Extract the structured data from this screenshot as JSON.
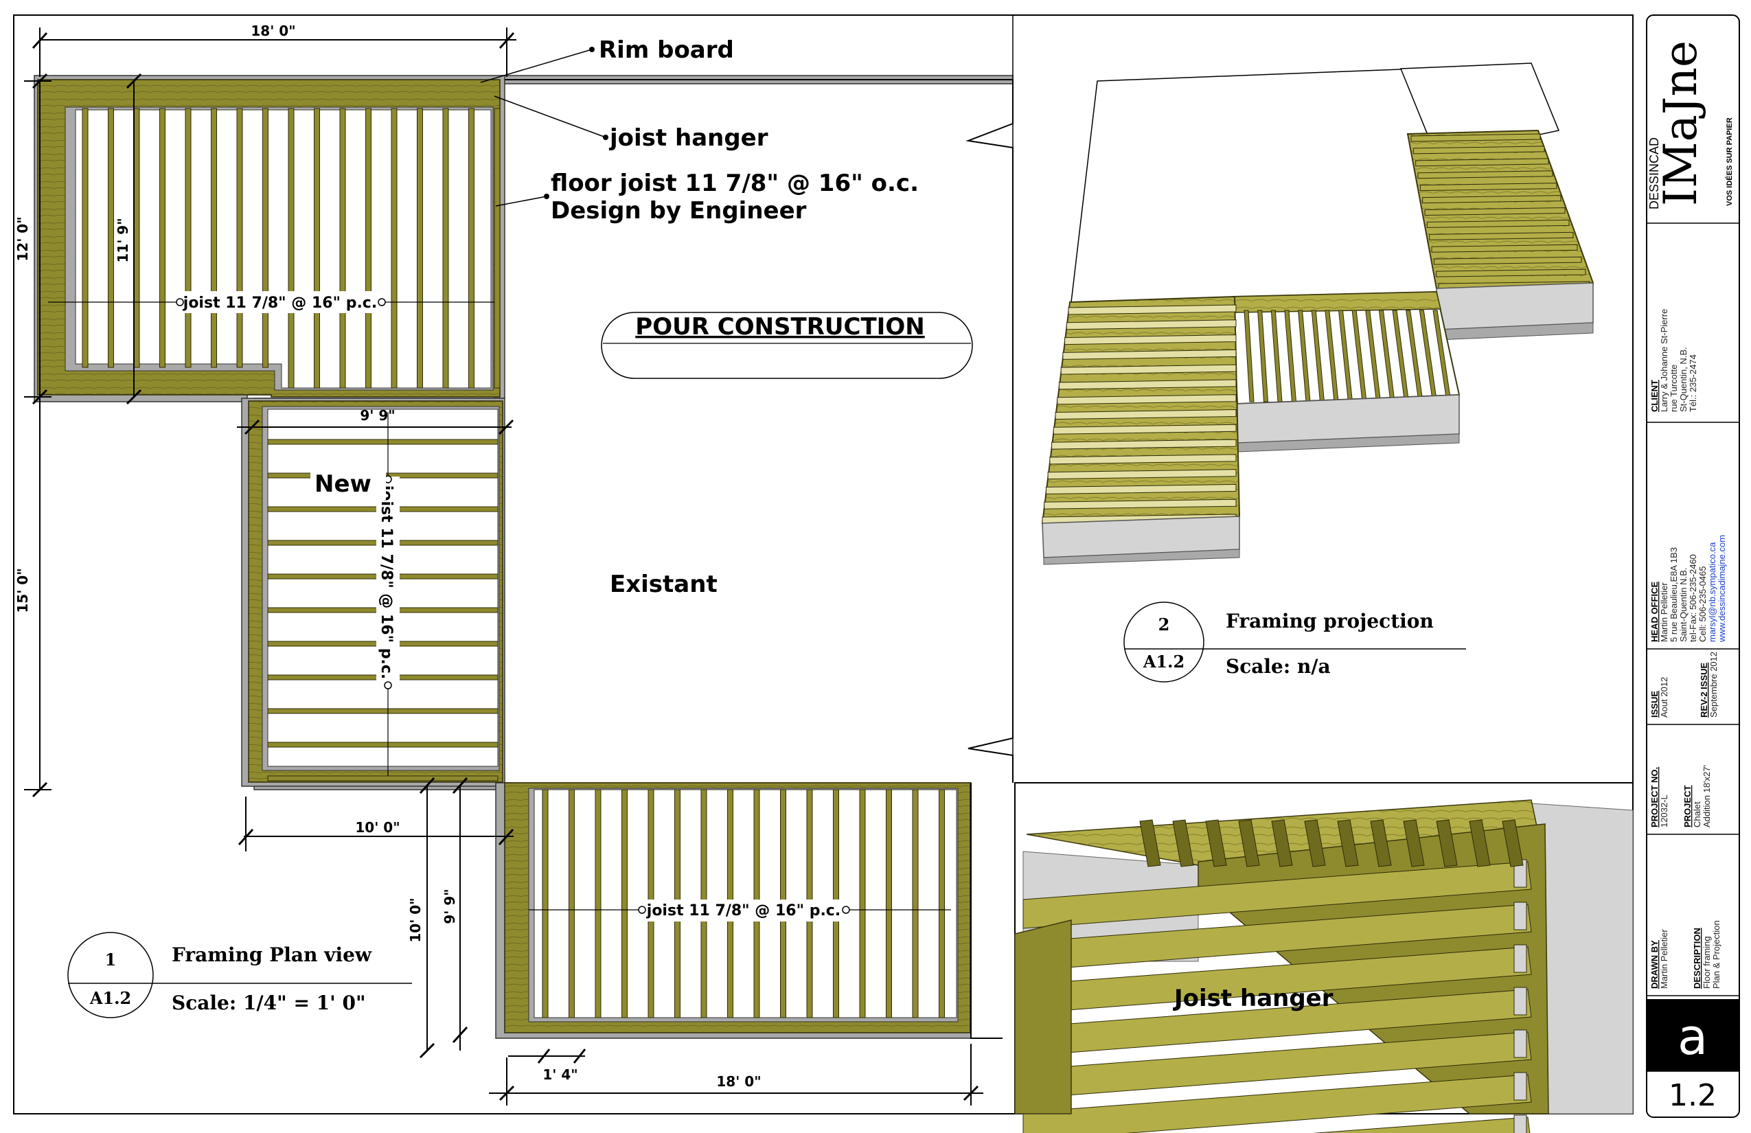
{
  "plan": {
    "dims": {
      "top_width": "18' 0\"",
      "left_upper": "12' 0\"",
      "left_upper_inner": "11' 9\"",
      "left_lower": "15' 0\"",
      "mid_width": "9' 9\"",
      "lower_left_width": "10' 0\"",
      "bottom_height": "10' 0\"",
      "bottom_height_inner": "9' 9\"",
      "bottom_small": "1' 4\"",
      "bottom_width": "18' 0\""
    },
    "callouts": {
      "rim_board": "Rim board",
      "joist_hanger": "joist hanger",
      "floor_joist": "floor joist 11 7/8\" @ 16\" o.c.",
      "design_by": "Design by Engineer"
    },
    "joist_labels": {
      "upper": "joist 11 7/8\" @ 16\" p.c.",
      "middle": "joist 11 7/8\" @ 16\" p.c.",
      "lower": "joist 11 7/8\" @ 16\" p.c."
    },
    "labels": {
      "new": "New",
      "existant": "Existant",
      "pour_construction": "POUR  CONSTRUCTION"
    },
    "bubble": {
      "number": "1",
      "sheet": "A1.2",
      "title": "Framing Plan view",
      "scale": "Scale:  1/4\" = 1' 0\""
    }
  },
  "projection": {
    "bubble": {
      "number": "2",
      "sheet": "A1.2",
      "title": "Framing projection",
      "scale": "Scale:  n/a"
    }
  },
  "detail": {
    "label": "Joist hanger"
  },
  "titleblock": {
    "logo": {
      "brand": "IMaJne",
      "prefix": "DESSINCAD",
      "tagline": "VOS IDÉES SUR PAPIER"
    },
    "client": {
      "heading": "CLIENT",
      "lines": [
        "Larry & Johanne St-Pierre",
        "rue Turcotte",
        "St-Quentin, N.B.",
        "Tél.: 235-2474"
      ]
    },
    "head_office": {
      "heading": "HEAD OFFICE",
      "lines": [
        "Martin Pelletier",
        "5 rue Beaulieu,E8A 1B3",
        "Saint-Quentin N.B.",
        "tel-Fax: 506-235-2460",
        "Cell: 506-235-0465"
      ],
      "email": "marsyl@nb.sympatico.ca",
      "website": "www.dessincadimajne.com"
    },
    "issue": {
      "heading": "ISSUE",
      "value": "Aout 2012"
    },
    "rev_issue": {
      "heading": "REV-2 ISSUE",
      "value": "Septembre 2012"
    },
    "project_no": {
      "heading": "PROJECT NO.",
      "value": "12032-L"
    },
    "project": {
      "heading": "PROJECT",
      "lines": [
        "Chalet",
        "Addition 18'x27'"
      ]
    },
    "drawn_by": {
      "heading": "DRAWN BY",
      "value": "Martin Pelletier"
    },
    "description": {
      "heading": "DESCRIPTION",
      "lines": [
        "Floor framing",
        "Plan & Projection"
      ]
    },
    "sheet_letter": "a",
    "sheet_number": "1.2"
  },
  "colors": {
    "wood": "#8e8a2e",
    "wood_light": "#b4ae48",
    "concrete": "#a9a9a9",
    "concrete_light": "#d4d4d4",
    "link": "#1a3fd0"
  }
}
